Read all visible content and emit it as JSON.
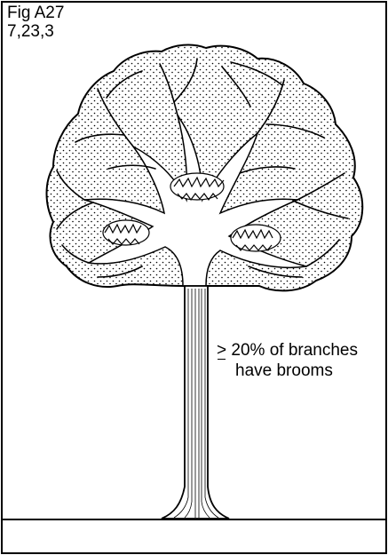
{
  "figure": {
    "label": "Fig A27",
    "code": "7,23,3"
  },
  "annotation": {
    "symbol": ">",
    "line1": " 20% of branches",
    "line2": "have brooms"
  }
}
